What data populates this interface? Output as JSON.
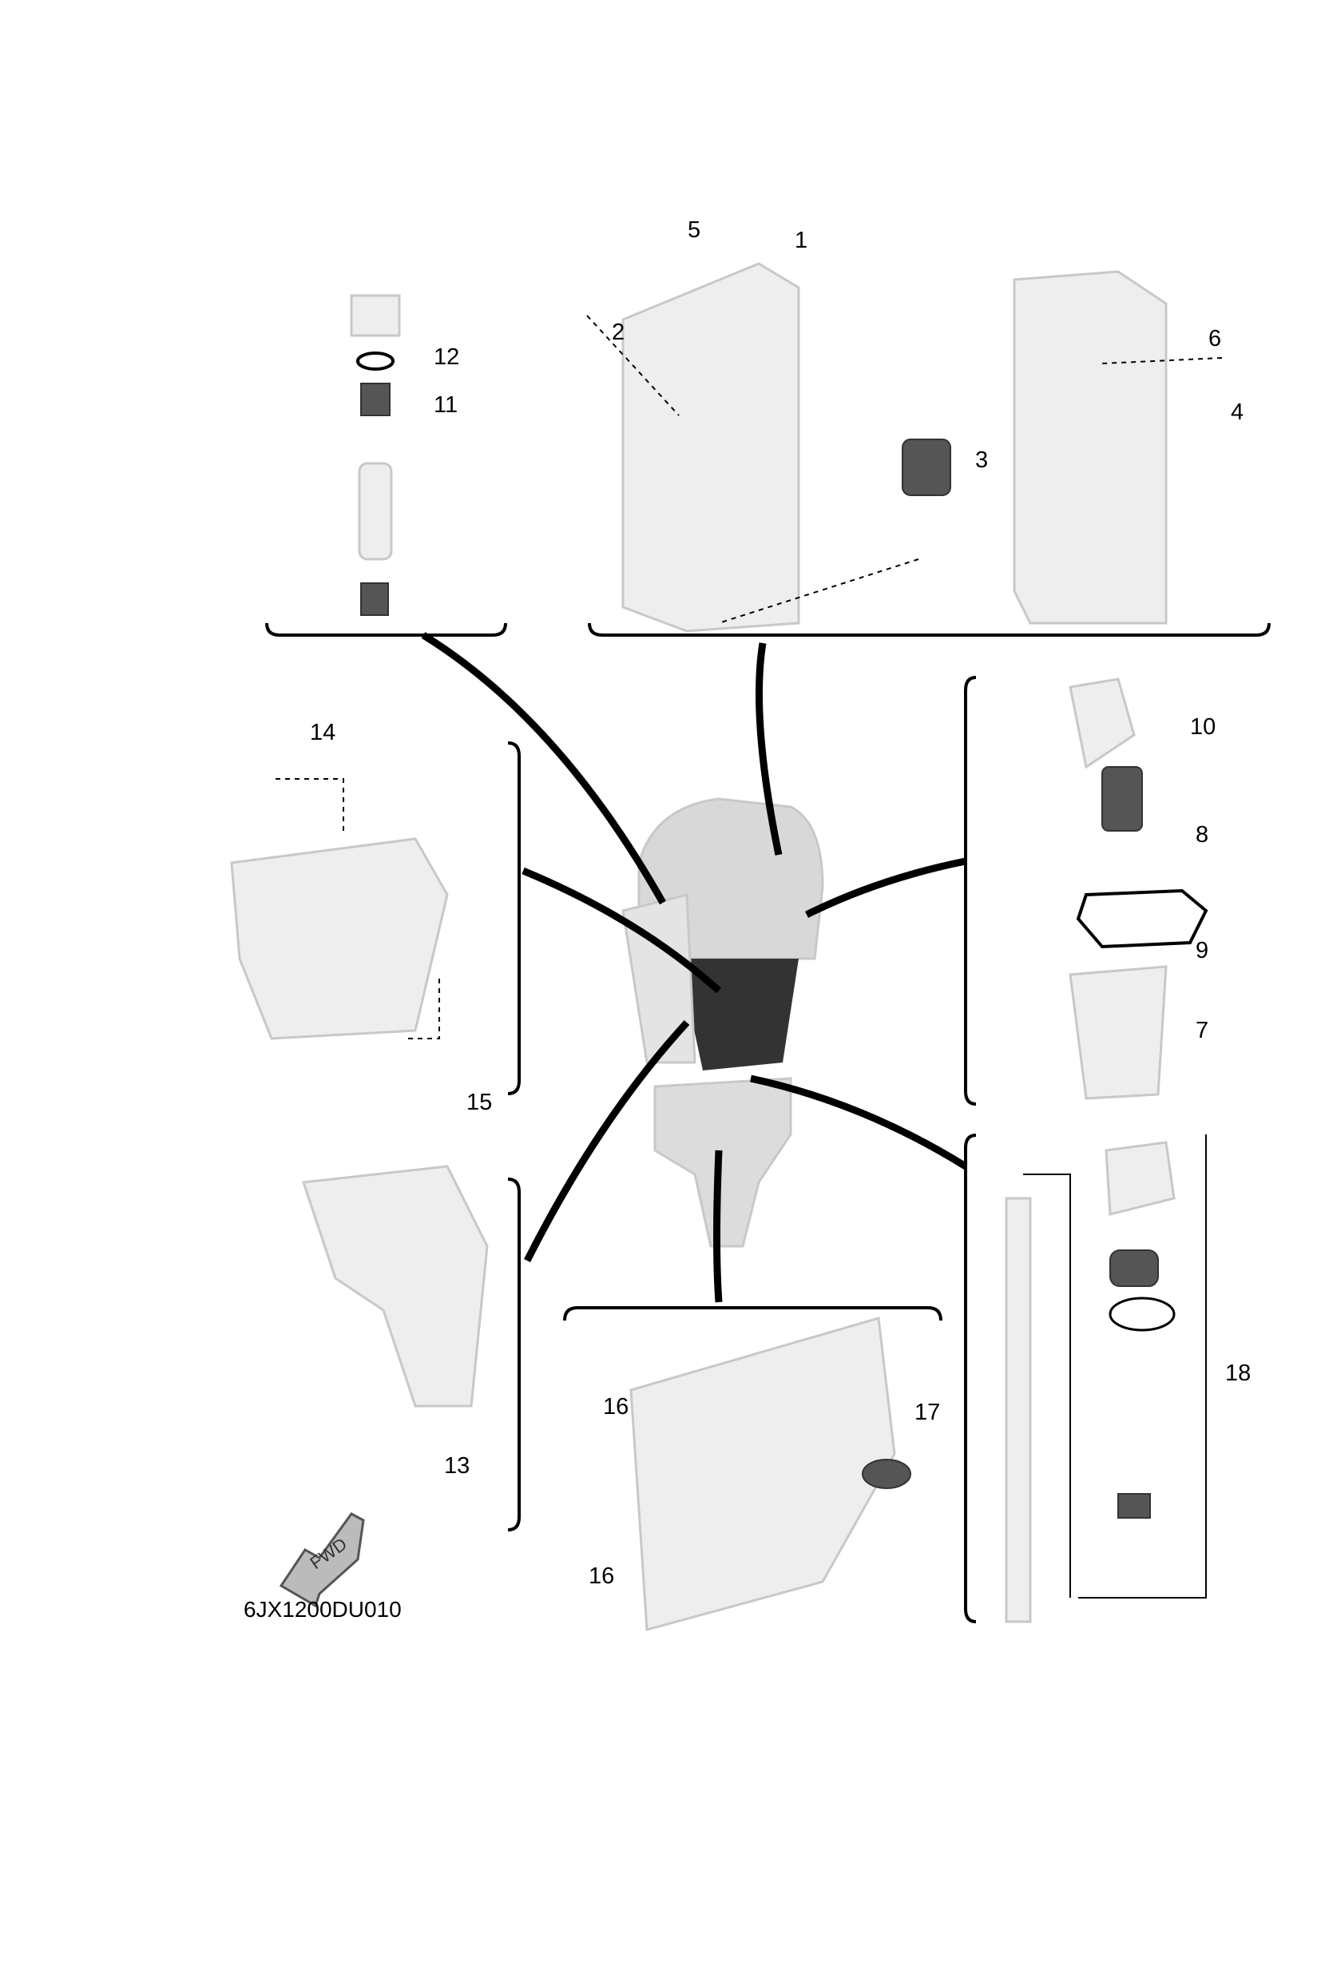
{
  "diagram": {
    "callouts": [
      "1",
      "2",
      "3",
      "4",
      "5",
      "6",
      "7",
      "8",
      "9",
      "10",
      "11",
      "12",
      "13",
      "14",
      "15",
      "16",
      "17",
      "18"
    ],
    "callout_16_second": "16",
    "fwd_label": "FWD",
    "diagram_code": "6JX1200DU010"
  }
}
